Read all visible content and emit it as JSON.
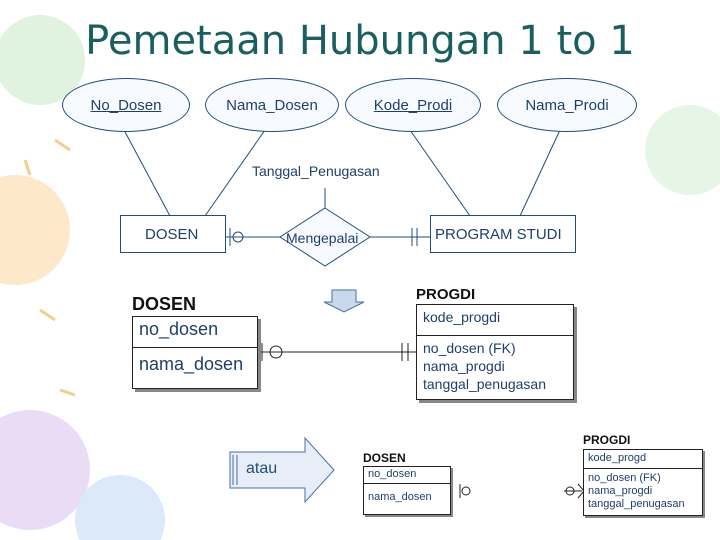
{
  "slide": {
    "title": "Pemetaan Hubungan 1 to 1"
  },
  "er": {
    "attributes": [
      "No_Dosen",
      "Nama_Dosen",
      "Kode_Prodi",
      "Nama_Prodi"
    ],
    "relationship_attribute": "Tanggal_Penugasan",
    "entity_left": "DOSEN",
    "relationship": "Mengepalai",
    "entity_right": "PROGRAM STUDI"
  },
  "mapping_big": {
    "dosen_title": "DOSEN",
    "dosen_fields": [
      "no_dosen",
      "nama_dosen"
    ],
    "progdi_title": "PROGDI",
    "progdi_key": "kode_progdi",
    "progdi_fields": [
      "no_dosen (FK)",
      "nama_progdi",
      "tanggal_penugasan"
    ]
  },
  "alt": {
    "arrow_label": "atau"
  },
  "mapping_small": {
    "dosen_title": "DOSEN",
    "dosen_fields": [
      "no_dosen",
      "nama_dosen"
    ],
    "progdi_title": "PROGDI",
    "progdi_key": "kode_progd",
    "progdi_fields": [
      "no_dosen (FK)",
      "nama_progdi",
      "tanggal_penugasan"
    ]
  }
}
